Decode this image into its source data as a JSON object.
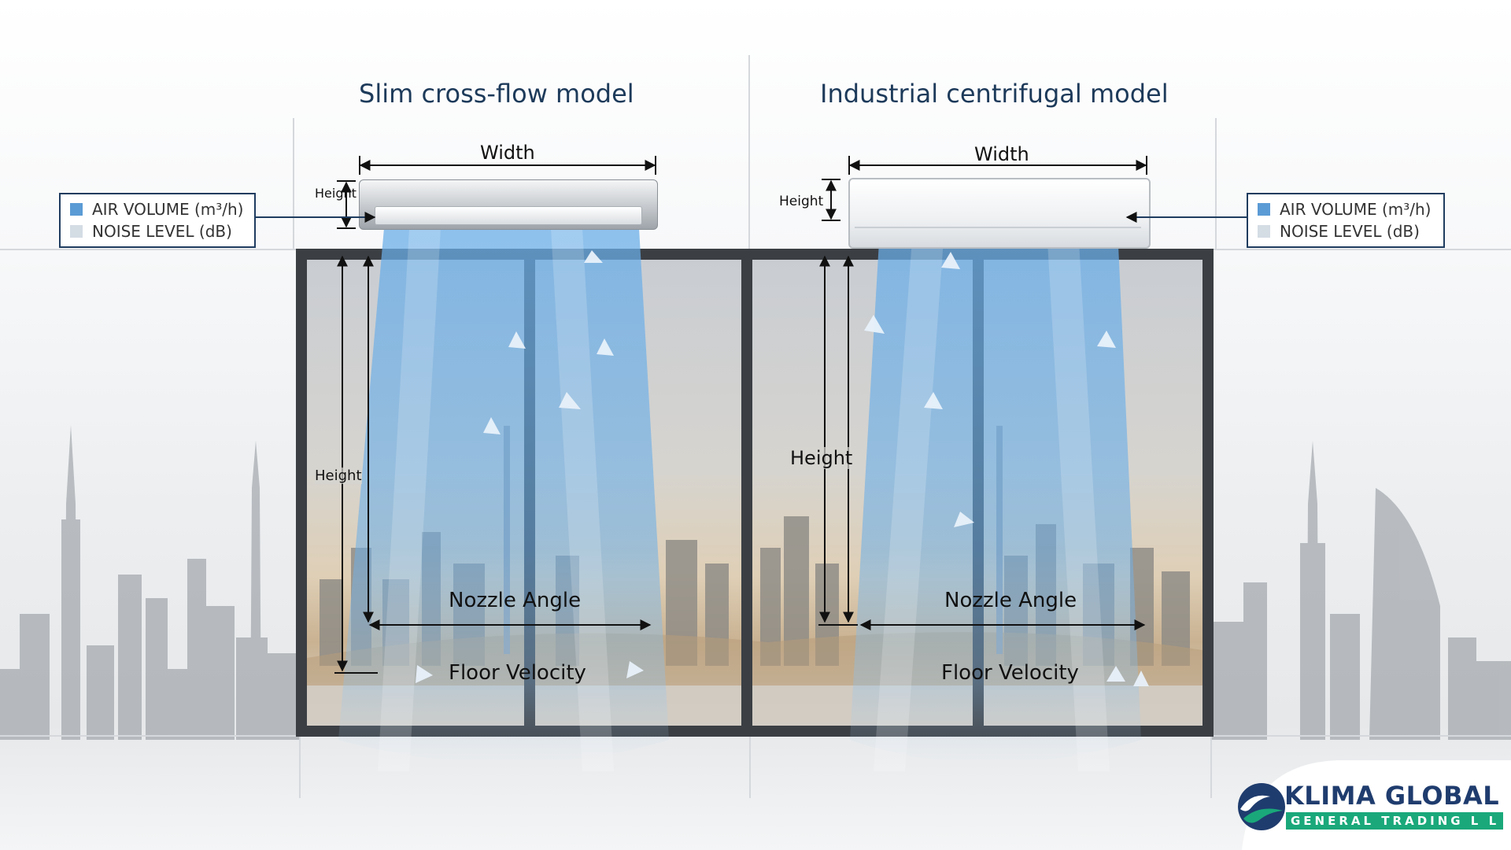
{
  "models": [
    {
      "title": "Slim cross-flow model",
      "width_label": "Width",
      "unit_height_label": "Height",
      "door_height_label": "Height",
      "nozzle_label": "Nozzle Angle",
      "floor_label": "Floor Velocity",
      "legend": [
        {
          "label": "AIR VOLUME (m³/h)",
          "color": "#5b9bd5"
        },
        {
          "label": "NOISE LEVEL (dB)",
          "color": "#d4dce4"
        }
      ]
    },
    {
      "title": "Industrial centrifugal model",
      "width_label": "Width",
      "unit_height_label": "Height",
      "door_height_label": "Height",
      "nozzle_label": "Nozzle Angle",
      "floor_label": "Floor Velocity",
      "legend": [
        {
          "label": "AIR VOLUME (m³/h)",
          "color": "#5b9bd5"
        },
        {
          "label": "NOISE LEVEL (dB)",
          "color": "#d4dce4"
        }
      ]
    }
  ],
  "brand": {
    "name": "KLIMA GLOBAL",
    "tagline": "GENERAL TRADING L L C",
    "primary_color": "#1f3c6e",
    "accent_color": "#1aa87a"
  },
  "colors": {
    "accent_text": "#1d3a5a",
    "airflow": "#6aaee8",
    "door_frame": "#3b3f44"
  }
}
